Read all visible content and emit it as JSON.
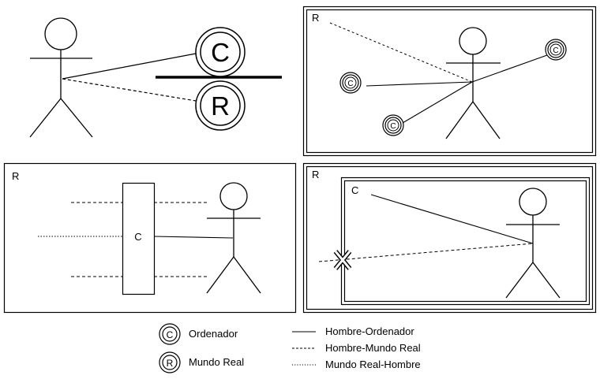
{
  "circles": {
    "computer_letter": "C",
    "real_world_letter": "R"
  },
  "panels": {
    "top_right": {
      "label": "R"
    },
    "bottom_left": {
      "label": "R",
      "box_label": "C"
    },
    "bottom_right": {
      "outer_label": "R",
      "inner_label": "C"
    }
  },
  "legend": {
    "computer_icon_letter": "C",
    "computer_label": "Ordenador",
    "real_world_icon_letter": "R",
    "real_world_label": "Mundo Real",
    "line_solid_label": "Hombre-Ordenador",
    "line_dashed_label": "Hombre-Mundo Real",
    "line_dotted_label": "Mundo Real-Hombre"
  },
  "colors": {
    "ink": "#000000",
    "background": "#ffffff"
  }
}
